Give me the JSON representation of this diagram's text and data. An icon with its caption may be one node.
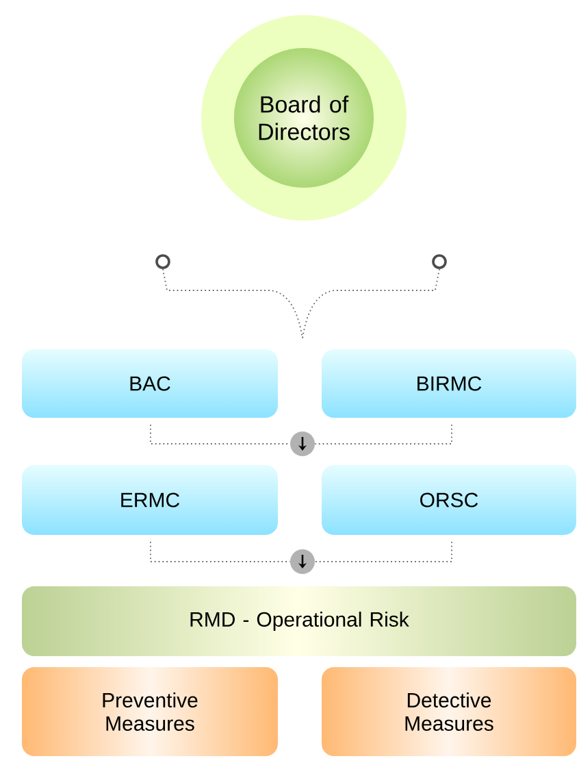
{
  "diagram": {
    "nodes": [
      {
        "text": [
          "Board of Directors"
        ]
      },
      {
        "text": [],
        "shape": "circle"
      },
      {
        "text": [],
        "shape": "circle"
      },
      {
        "text": [
          "BAC"
        ]
      },
      {
        "text": [
          "BIRMC"
        ]
      },
      {
        "text": [],
        "shape": "circle"
      },
      {
        "text": [
          "ERMC"
        ]
      },
      {
        "text": [
          "ORSC"
        ]
      },
      {
        "text": [],
        "shape": "circle"
      },
      {
        "text": [
          "RMD - Operational Risk"
        ]
      },
      {
        "text": [
          "Preventive Measures"
        ]
      },
      {
        "text": [
          "Detective Measures"
        ]
      }
    ],
    "edges": [
      {
        "from": 1,
        "to": null,
        "arrow": "none"
      },
      {
        "from": 2,
        "to": null,
        "arrow": "none"
      },
      {
        "from": 3,
        "to": 5,
        "arrow": "none"
      },
      {
        "from": 4,
        "to": 5,
        "arrow": "none"
      },
      {
        "from": 6,
        "to": 8,
        "arrow": "none"
      },
      {
        "from": 7,
        "to": 8,
        "arrow": "none"
      }
    ]
  }
}
